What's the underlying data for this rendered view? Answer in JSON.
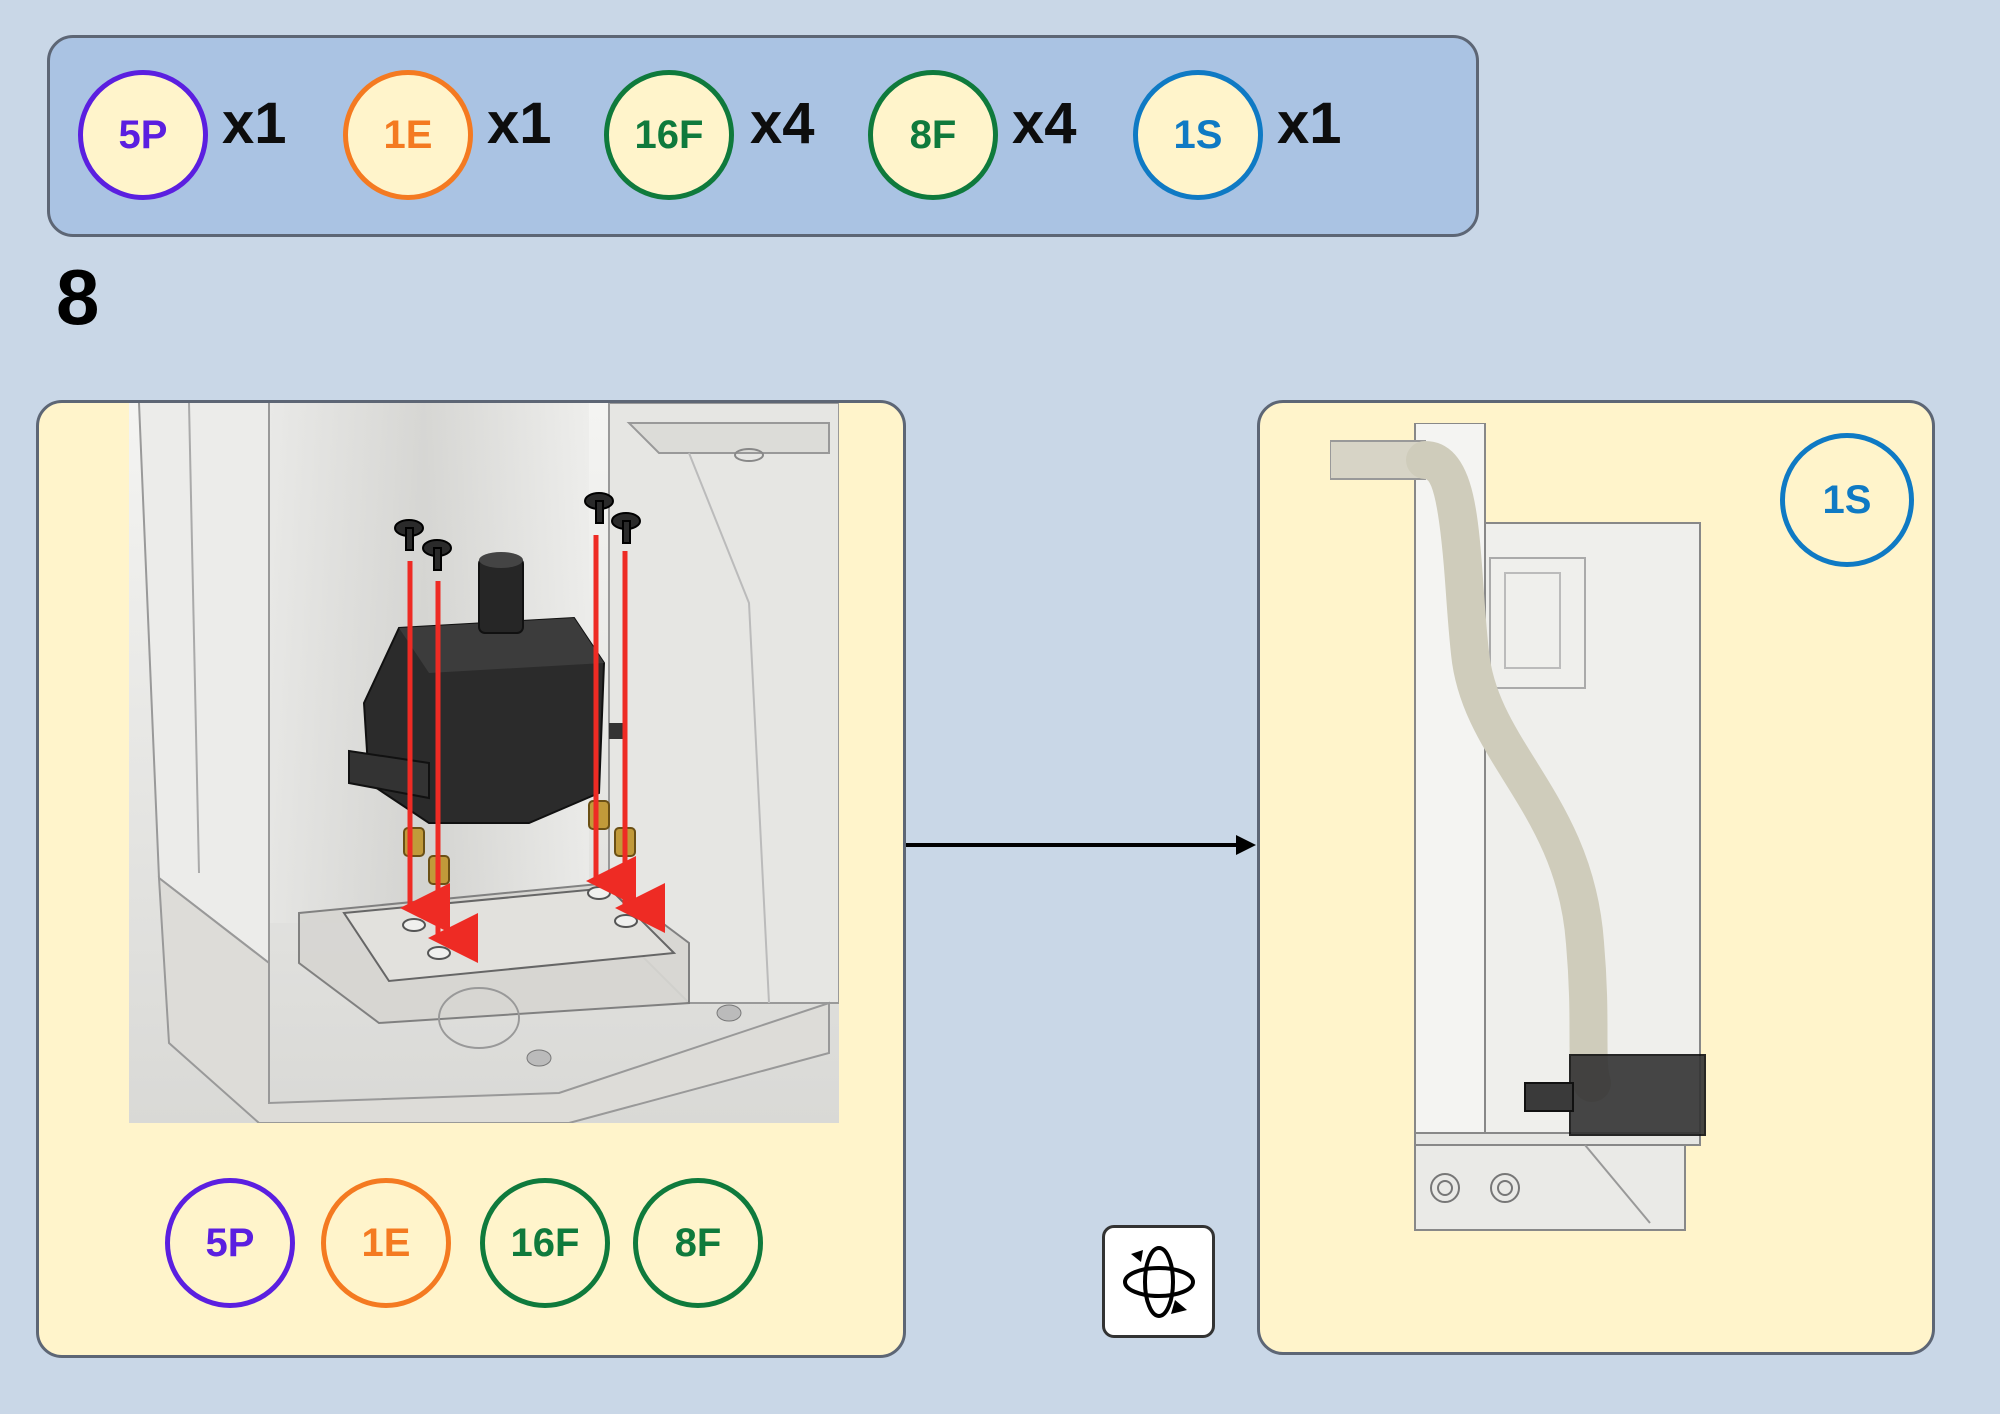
{
  "parts_bar": {
    "items": [
      {
        "id": "5P",
        "qty": "x1",
        "color": "#5b1fe0"
      },
      {
        "id": "1E",
        "qty": "x1",
        "color": "#f47a21"
      },
      {
        "id": "16F",
        "qty": "x4",
        "color": "#0f7a3c"
      },
      {
        "id": "8F",
        "qty": "x4",
        "color": "#0f7a3c"
      },
      {
        "id": "1S",
        "qty": "x1",
        "color": "#0f7ac4"
      }
    ]
  },
  "step": {
    "number": "8"
  },
  "left_panel": {
    "parts": [
      {
        "id": "5P",
        "color": "#5b1fe0"
      },
      {
        "id": "1E",
        "color": "#f47a21"
      },
      {
        "id": "16F",
        "color": "#0f7a3c"
      },
      {
        "id": "8F",
        "color": "#0f7a3c"
      }
    ]
  },
  "right_panel": {
    "part": {
      "id": "1S",
      "color": "#0f7ac4"
    }
  },
  "controls": {
    "rotate_icon": "rotate-3d-icon"
  },
  "colors": {
    "background": "#c9d7e7",
    "parts_bar": "#aac3e3",
    "panel": "#fff4cb",
    "arrow_red": "#ee2b24"
  }
}
